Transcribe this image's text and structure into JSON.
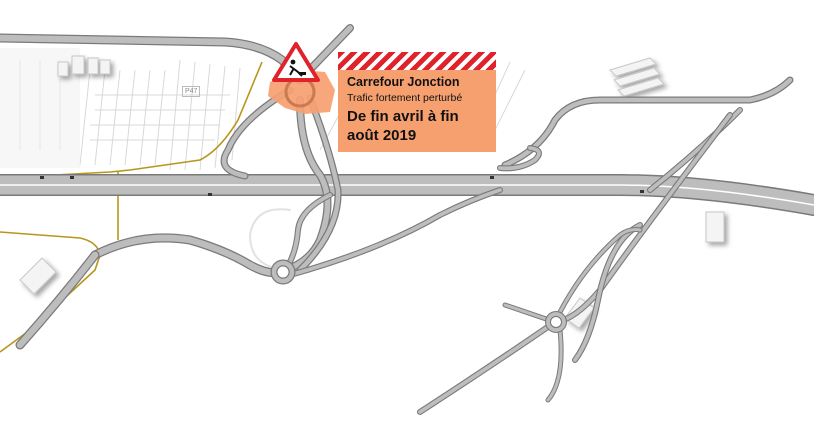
{
  "notice": {
    "title": "Carrefour Jonction",
    "subtitle": "Trafic fortement perturbé",
    "period": "De fin avril à fin août 2019"
  },
  "map_labels": {
    "parking": "P47"
  },
  "colors": {
    "road_fill": "#bdbdbd",
    "road_edge": "#7a7a7a",
    "worksite": "#f6a070",
    "warning_red": "#e0232a",
    "rail": "#b8961a"
  },
  "icons": {
    "warning": "roadwork-warning-icon"
  }
}
